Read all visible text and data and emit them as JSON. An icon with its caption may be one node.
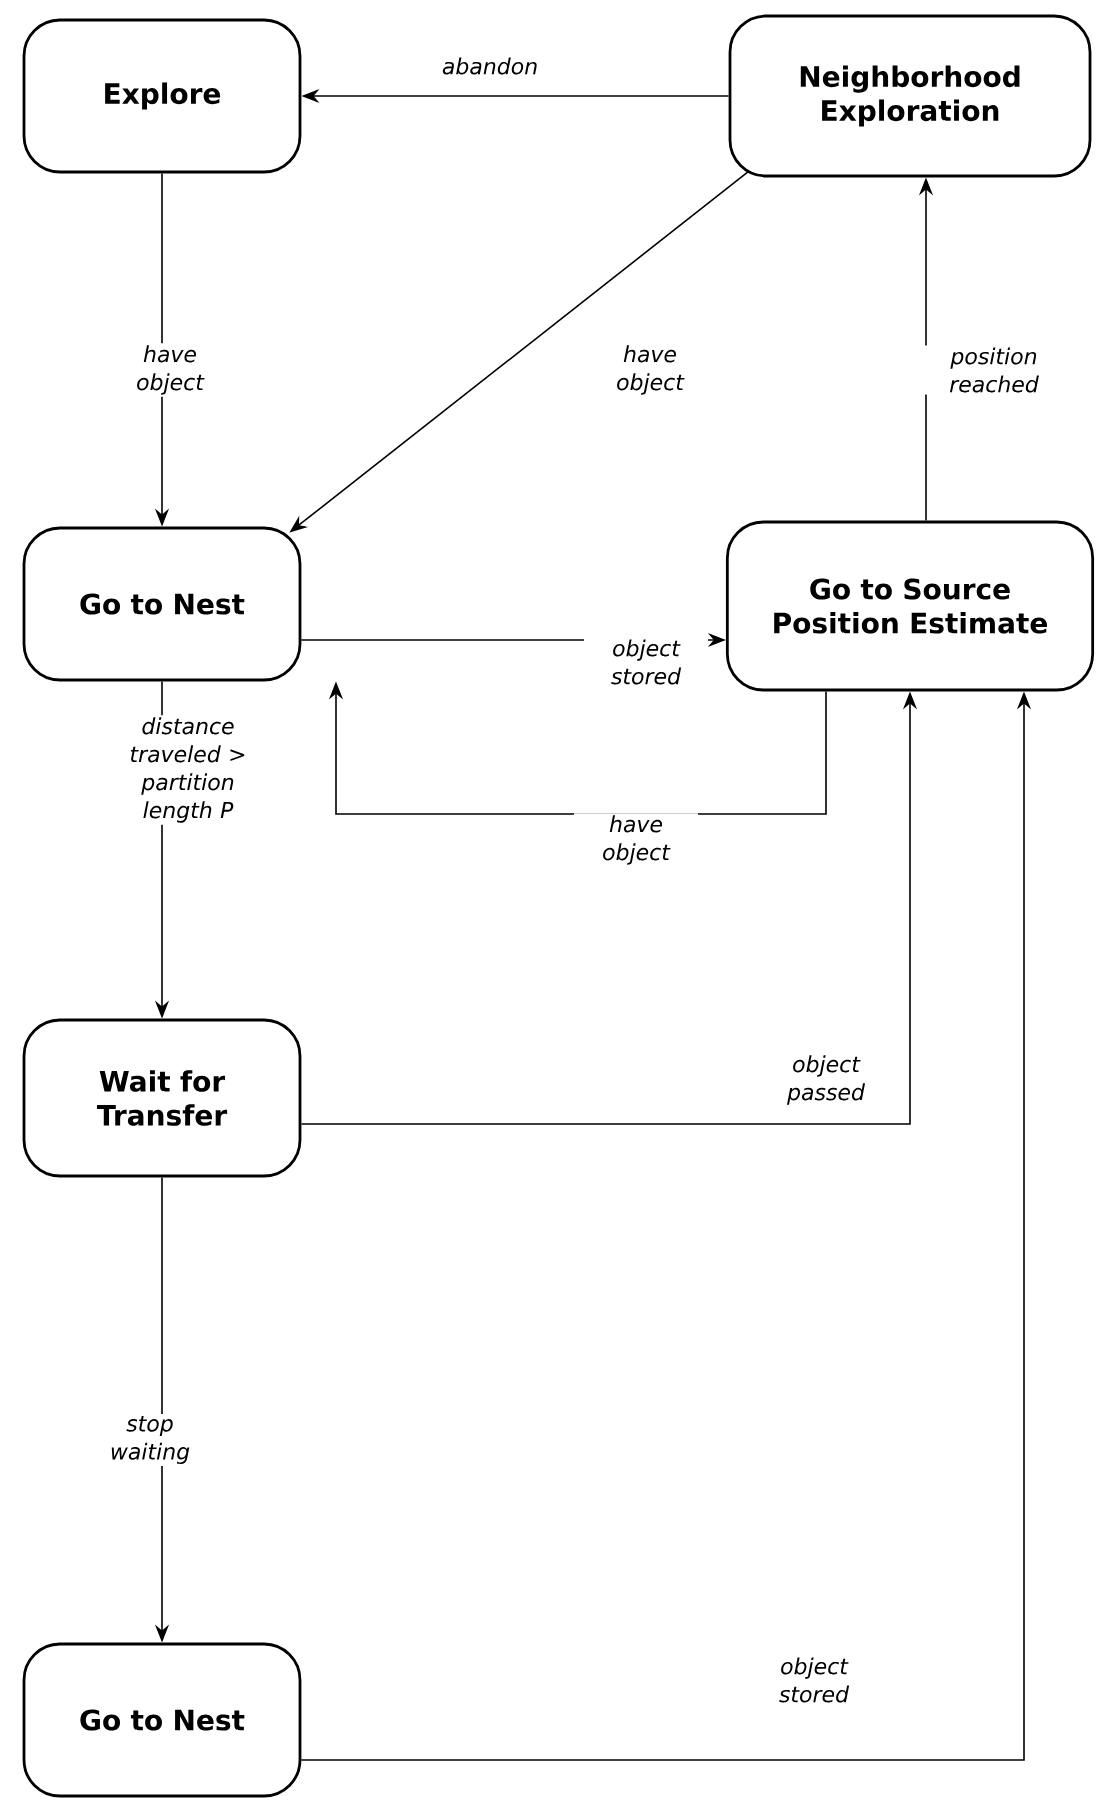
{
  "diagram": {
    "nodes": [
      {
        "text": [
          "Explore"
        ]
      },
      {
        "text": [
          "Neighborhood Exploration"
        ]
      },
      {
        "text": [
          "Go to Nest"
        ]
      },
      {
        "text": [
          "Go to Source Position Estimate"
        ]
      },
      {
        "text": [
          "Wait for Transfer"
        ]
      },
      {
        "text": [
          "Go to Nest"
        ]
      }
    ],
    "edges": [
      {
        "from": 1,
        "to": 0,
        "arrow": "to",
        "label": "abandon"
      },
      {
        "from": 0,
        "to": 2,
        "arrow": "to",
        "label": "have object"
      },
      {
        "from": 1,
        "to": 2,
        "arrow": "to",
        "label": "have object"
      },
      {
        "from": 3,
        "to": 1,
        "arrow": "to",
        "label": "position reached"
      },
      {
        "from": 2,
        "to": 3,
        "arrow": "to",
        "label": "object stored"
      },
      {
        "from": 3,
        "to": 2,
        "arrow": "to",
        "label": "have object"
      },
      {
        "from": 2,
        "to": 4,
        "arrow": "to",
        "label": "distance traveled > partition length P"
      },
      {
        "from": 4,
        "to": 3,
        "arrow": "to",
        "label": "object passed"
      },
      {
        "from": 4,
        "to": 5,
        "arrow": "to",
        "label": "stop waiting"
      },
      {
        "from": 5,
        "to": 3,
        "arrow": "to",
        "label": "object stored"
      }
    ]
  }
}
